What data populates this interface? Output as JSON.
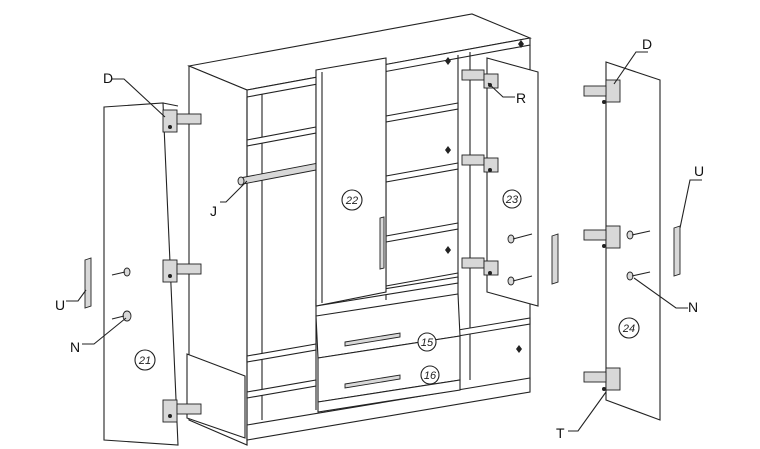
{
  "callouts": {
    "d_left": "D",
    "j": "J",
    "u_left": "U",
    "n_left": "N",
    "d_right": "D",
    "r": "R",
    "u_right": "U",
    "n_right": "N",
    "t": "T"
  },
  "part_numbers": {
    "door_left": "21",
    "door_center": "22",
    "door_inner_right": "23",
    "door_far_right": "24",
    "drawer_top": "15",
    "drawer_bottom": "16"
  }
}
